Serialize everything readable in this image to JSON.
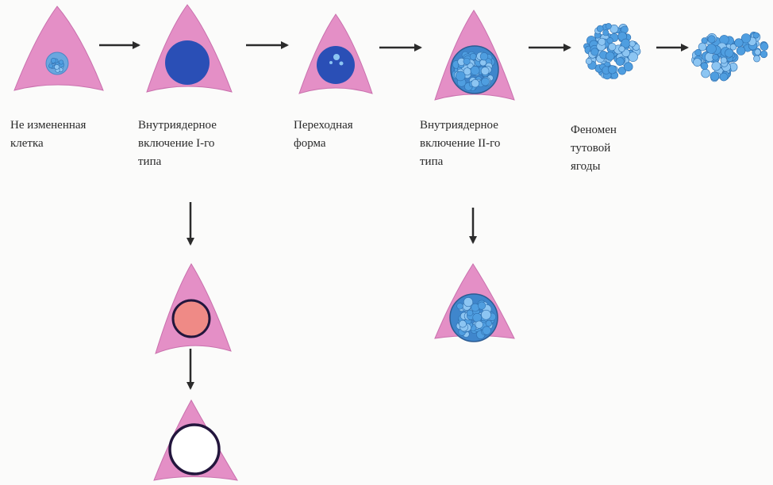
{
  "diagram": {
    "colors": {
      "cell_fill": "#e48fc6",
      "cell_stroke": "#c970ad",
      "arrow": "#2b2b2b",
      "nucleus_small": "#6aa7df",
      "nucleus_dark": "#2a4fb6",
      "granule": "#4f9ee0",
      "granule_light": "#8cc5f2",
      "pink_nucleus": "#ef8a86",
      "ring": "#23163d",
      "empty_nucleus": "#ffffff"
    },
    "stages": [
      {
        "label": "Не измененная\nклетка"
      },
      {
        "label": "Внутриядерное\nвключение I-го\nтипа"
      },
      {
        "label": "Переходная\nформа"
      },
      {
        "label": "Внутриядерное\nвключение II-го\nтипа"
      },
      {
        "label": "Феномен\nтутовой\nягоды"
      }
    ]
  }
}
